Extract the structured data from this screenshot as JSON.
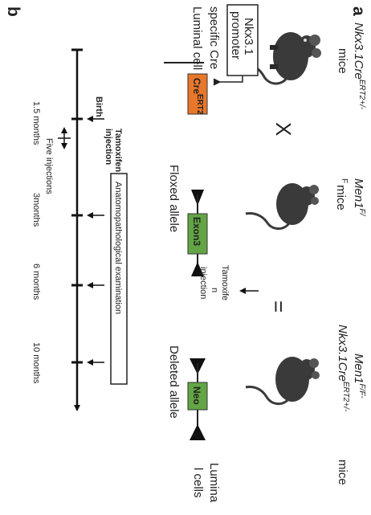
{
  "panel_a": {
    "label": "a",
    "mouse1": {
      "line1": "Nkx3.1Cre",
      "line1_sup": "ERT2+/-",
      "line2": "mice"
    },
    "cross_symbol": "X",
    "mouse2": {
      "line1": "Men1",
      "line1_sup": "F/",
      "line2_sup": "F",
      "line2": "mice"
    },
    "equals_symbol": "=",
    "mouse3": {
      "line1": "Men1",
      "line1_sup": "F/F-",
      "line2": "Nkx3.1Cre",
      "line2_sup": "ERT2+/-",
      "line3": "mice"
    },
    "promoter_box": {
      "line1": "Nkx3.1",
      "line2": "promoter"
    },
    "cre_box": {
      "text": "Cre",
      "sup": "ERT2",
      "color": "#e8772a"
    },
    "specific_text": {
      "line1": "specific  Cre",
      "line2": "Luminal  cell"
    },
    "exon_box": {
      "text": "Exon3",
      "color": "#63a544"
    },
    "floxed_label": "Floxed allele",
    "tamoxifen_text": {
      "line1": "Tamoxife",
      "line2": "n",
      "line3": "injection"
    },
    "neo_box": {
      "text": "Neo",
      "color": "#63a544"
    },
    "deleted_label": "Deleted allele",
    "luminal_text": {
      "line1": "Lumina",
      "line2": "l cells"
    }
  },
  "panel_b": {
    "label": "b",
    "birth_label": "Birth",
    "tamoxifen_label": {
      "line1": "Tamoxifen",
      "line2": "injection"
    },
    "five_injections": "Five injections",
    "exam_box": "Anatomopathological   examination",
    "time_labels": [
      "1.5 months",
      "3months",
      "6 months",
      "10 months"
    ]
  }
}
